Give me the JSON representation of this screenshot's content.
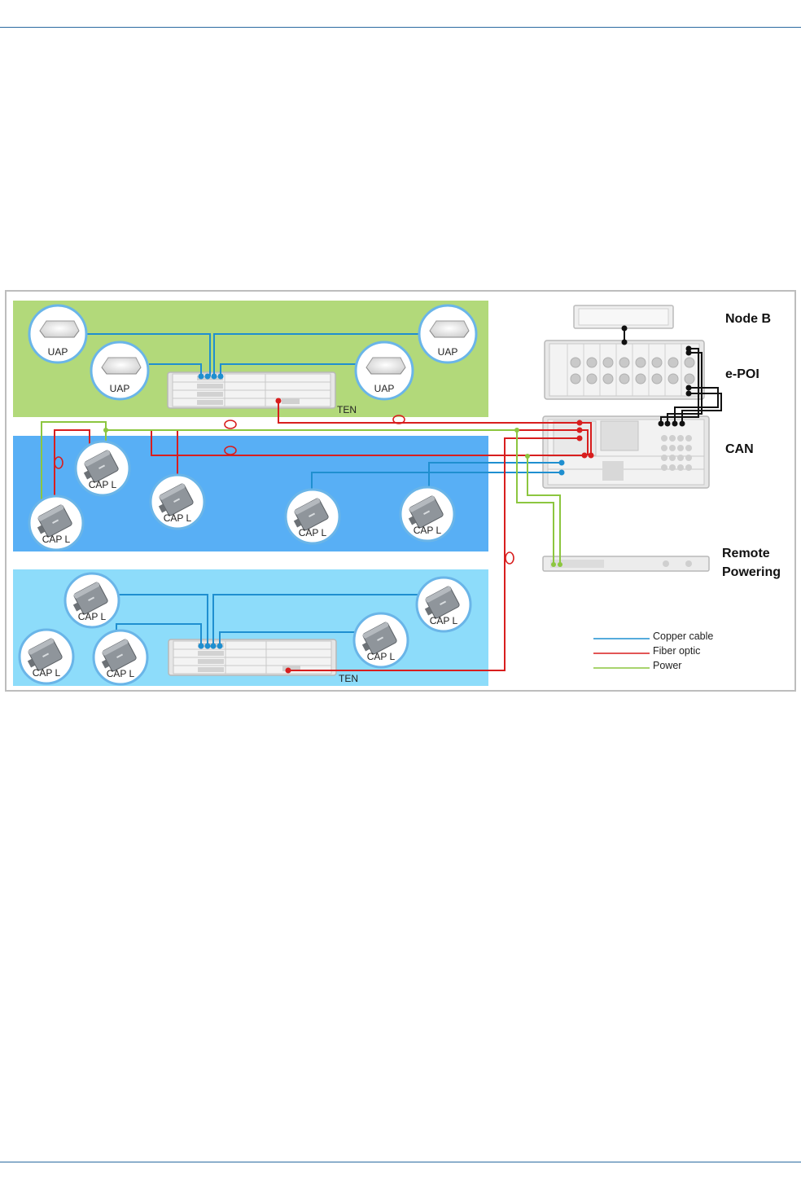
{
  "labels": {
    "uap": "UAP",
    "cap": "CAP L",
    "ten": "TEN",
    "node_b": "Node B",
    "epoi": "e-POI",
    "can": "CAN",
    "remote_line1": "Remote",
    "remote_line2": "Powering"
  },
  "legend": {
    "copper": "Copper cable",
    "fiber": "Fiber optic",
    "power": "Power"
  },
  "colors": {
    "copper": "#1f8fd0",
    "fiber": "#d81e1e",
    "power": "#8cc63f",
    "zone_top": "#b2d97a",
    "zone_mid": "#58aff5",
    "zone_bottom": "#8ddcfa",
    "rule": "#2a6aa0"
  },
  "icons": {
    "uap": "ceiling-access-point-icon",
    "cap": "cap-l-unit-icon",
    "ten": "ten-rack-unit-icon",
    "can": "can-rack-unit-icon",
    "epoi": "epoi-rack-unit-icon",
    "node_b": "node-b-unit-icon",
    "remote_powering": "remote-powering-unit-icon"
  }
}
